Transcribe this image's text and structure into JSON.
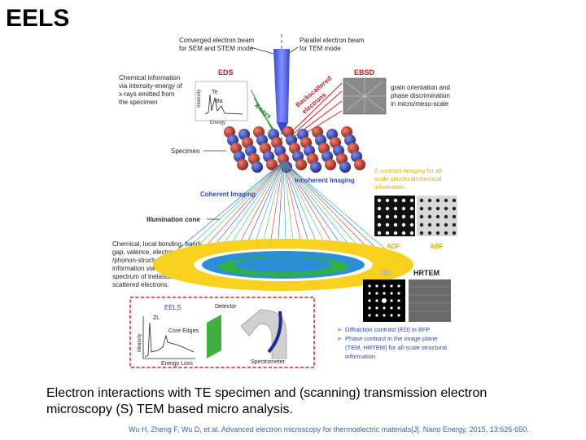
{
  "title": "EELS",
  "diagram": {
    "converged_beam": [
      "Converged electron beam",
      "for SEM and STEM mode"
    ],
    "parallel_beam": [
      "Parallel electron beam",
      "for TEM mode"
    ],
    "eds_label": "EDS",
    "eds_desc": [
      "Chemical information",
      "via intensity-energy of",
      "x-rays emitted from",
      "the specimen"
    ],
    "eds_plot": {
      "intensity": "Intensity",
      "energy": "Energy",
      "peak_te": "Te",
      "peak_ba": "Ba"
    },
    "xrays": "X-rays",
    "backscattered": [
      "Backscattered",
      "electrons"
    ],
    "ebsd_label": "EBSD",
    "ebsd_desc": [
      "grain orientation and",
      "phase discrimination",
      "in micro/meso-scale"
    ],
    "specimen": "Specimen",
    "incoherent": "Incoherent Imaging",
    "coherent": "Coherent Imaging",
    "zcontrast": [
      "Z-contrast imaging for all-",
      "scale  structural/chemical",
      "information"
    ],
    "illumination": "Illumination cone",
    "chem_desc": [
      "Chemical, local bonding, band-",
      "gap, valence, electron-",
      "/phonon-structure",
      "information via energy",
      "spectrum of inelastically",
      "scattered electrons."
    ],
    "adf": "ADF",
    "abf": "ABF",
    "ed": "ED",
    "hrtem": "HRTEM",
    "eels_label": "EELS",
    "eels_plot": {
      "zl": "ZL",
      "intensity": "Intensity",
      "core_edges": "Core Edges",
      "energy_loss": "Energy Loss"
    },
    "detector": "Detector",
    "spectrometer": "Spectrometer",
    "bullets": [
      "Diffraction contrast (ED) in BFP",
      "Phase contrast in the image plane",
      "(TEM, HRTEM) for all-scale  structural",
      "information"
    ]
  },
  "caption": [
    "Electron interactions with TE specimen and (scanning) transmission electron",
    "microscopy (S) TEM based micro analysis."
  ],
  "reference": "Wu H, Zheng F, Wu D, et al. Advanced electron microscopy for thermoelectric materials[J]. Nano Energy, 2015, 13:626-650.",
  "colors": {
    "beam": "#5060d8",
    "ring": "#f7d11e",
    "disk": "#2b8fd6",
    "eels_box": "#d82020",
    "ebsd_arrow": "#e02020",
    "green": "#20b040"
  }
}
